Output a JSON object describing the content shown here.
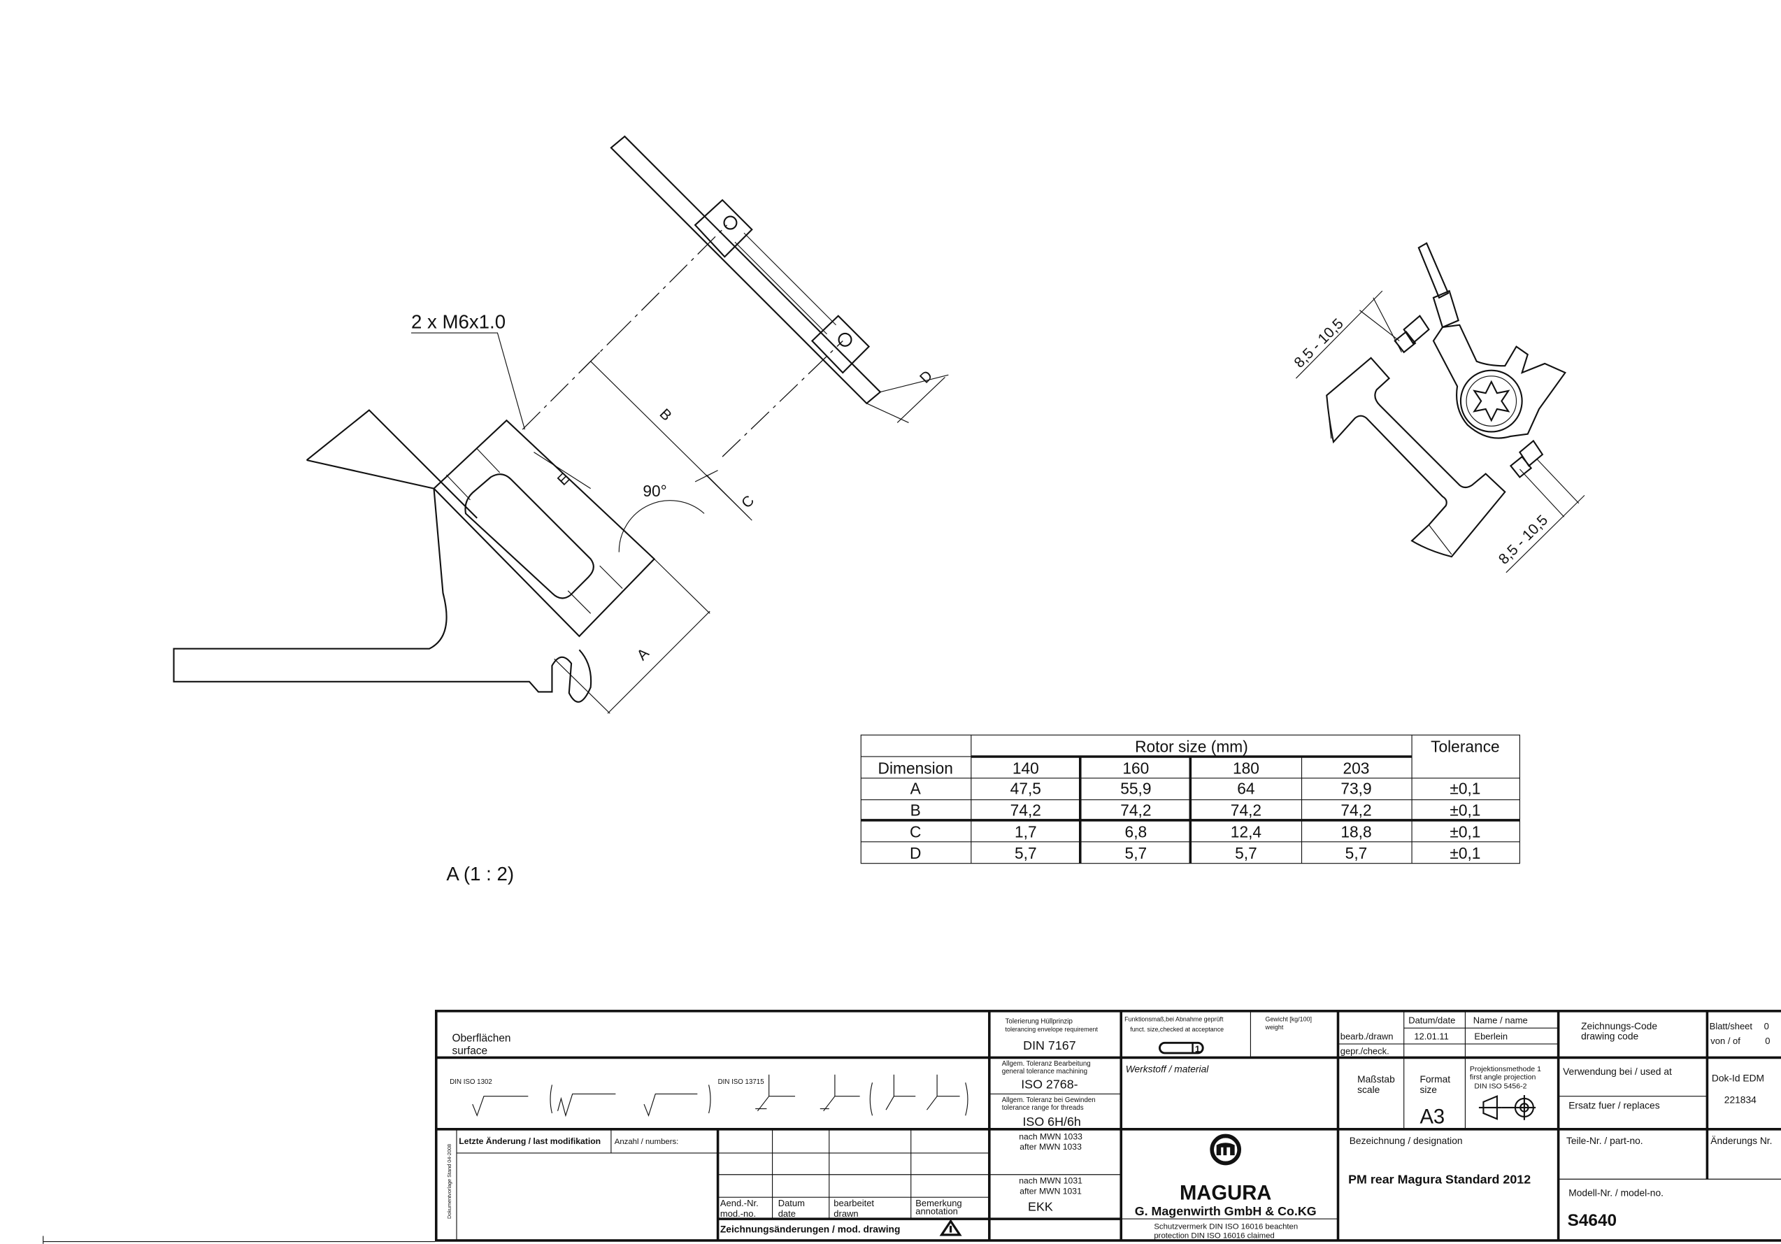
{
  "drawing": {
    "thread_label": "2 x M6x1.0",
    "view_label": "A  (1 : 2)",
    "dim_a": "A",
    "dim_b": "B",
    "dim_c": "C",
    "dim_d": "D",
    "dim_e": "E",
    "angle": "90°",
    "range_upper": "8,5 - 10,5",
    "range_lower": "8,5 - 10,5"
  },
  "table": {
    "dimension_header": "Dimension",
    "group_header": "Rotor size (mm)",
    "tolerance_header": "Tolerance",
    "rotor_sizes": [
      "140",
      "160",
      "180",
      "203"
    ],
    "rows": [
      {
        "dim": "A",
        "values": [
          "47,5",
          "55,9",
          "64",
          "73,9"
        ],
        "tol": "±0,1"
      },
      {
        "dim": "B",
        "values": [
          "74,2",
          "74,2",
          "74,2",
          "74,2"
        ],
        "tol": "±0,1"
      },
      {
        "dim": "C",
        "values": [
          "1,7",
          "6,8",
          "12,4",
          "18,8"
        ],
        "tol": "±0,1"
      },
      {
        "dim": "D",
        "values": [
          "5,7",
          "5,7",
          "5,7",
          "5,7"
        ],
        "tol": "±0,1"
      }
    ]
  },
  "title_block": {
    "surface_de": "Oberflächen",
    "surface_en": "surface",
    "din_iso_1302": "DIN ISO 1302",
    "din_iso_13715": "DIN ISO 13715",
    "envelope_de": "Tolerierung Hüllprinzip",
    "envelope_en": "tolerancing envelope requirement",
    "envelope_value": "DIN 7167",
    "gen_tol_de": "Allgem. Toleranz Bearbeitung",
    "gen_tol_en": "general tolerance machining",
    "gen_tol_value": "ISO 2768-",
    "thread_tol_de": "Allgem. Toleranz bei Gewinden",
    "thread_tol_en": "tolerance range for threads",
    "thread_tol_value": "ISO 6H/6h",
    "last_mod": "Letzte Änderung / last modifikation",
    "numbers": "Anzahl / numbers:",
    "template_note": "Dokumentvorlage Stand 04-2008",
    "mwn1033_de": "nach MWN 1033",
    "mwn1033_en": "after MWN 1033",
    "mwn1031_de": "nach MWN 1031",
    "mwn1031_en": "after MWN 1031",
    "mwn1031_value": "EKK",
    "mod_no_de": "Aend.-Nr.",
    "mod_no_en": "mod.-no.",
    "date_de": "Datum",
    "date_en": "date",
    "drawn_de": "bearbeitet",
    "drawn_en": "drawn",
    "annotation_de": "Bemerkung",
    "annotation_en": "annotation",
    "mod_drawing": "Zeichnungsänderungen / mod. drawing",
    "func_size_de": "Funktionsmaß,bei Abnahme geprüft",
    "func_size_en": "funct. size,checked at acceptance",
    "func_symbol": "1",
    "weight_de": "Gewicht [kg/100]",
    "weight_en": "weight",
    "date_header": "Datum/date",
    "name_header": "Name / name",
    "drawn_label": "bearb./drawn",
    "drawn_date": "12.01.11",
    "drawn_name": "Eberlein",
    "checked_label": "gepr./check.",
    "drawing_code_de": "Zeichnungs-Code",
    "drawing_code_en": "drawing code",
    "sheet_label": "Blatt/sheet",
    "sheet_value": "0",
    "of_label": "von / of",
    "of_value": "0",
    "material": "Werkstoff / material",
    "scale_de": "Maßstab",
    "scale_en": "scale",
    "format_de": "Format",
    "format_en": "size",
    "format_value": "A3",
    "projection_de": "Projektionsmethode 1",
    "projection_en": "first angle projection",
    "projection_std": "DIN ISO 5456-2",
    "used_at": "Verwendung bei / used at",
    "replaces": "Ersatz fuer / replaces",
    "dok_id_label": "Dok-Id EDM",
    "dok_id_value": "221834",
    "logo_text": "MAGURA",
    "company": "G. Magenwirth GmbH & Co.KG",
    "protection_de": "Schutzvermerk DIN ISO 16016 beachten",
    "protection_en": "protection DIN ISO 16016 claimed",
    "designation_label": "Bezeichnung / designation",
    "designation_value": "PM rear Magura Standard 2012",
    "part_no_label": "Teile-Nr. / part-no.",
    "change_no_label": "Änderungs Nr.",
    "model_no_label": "Modell-Nr. / model-no.",
    "model_no_value": "S4640"
  }
}
